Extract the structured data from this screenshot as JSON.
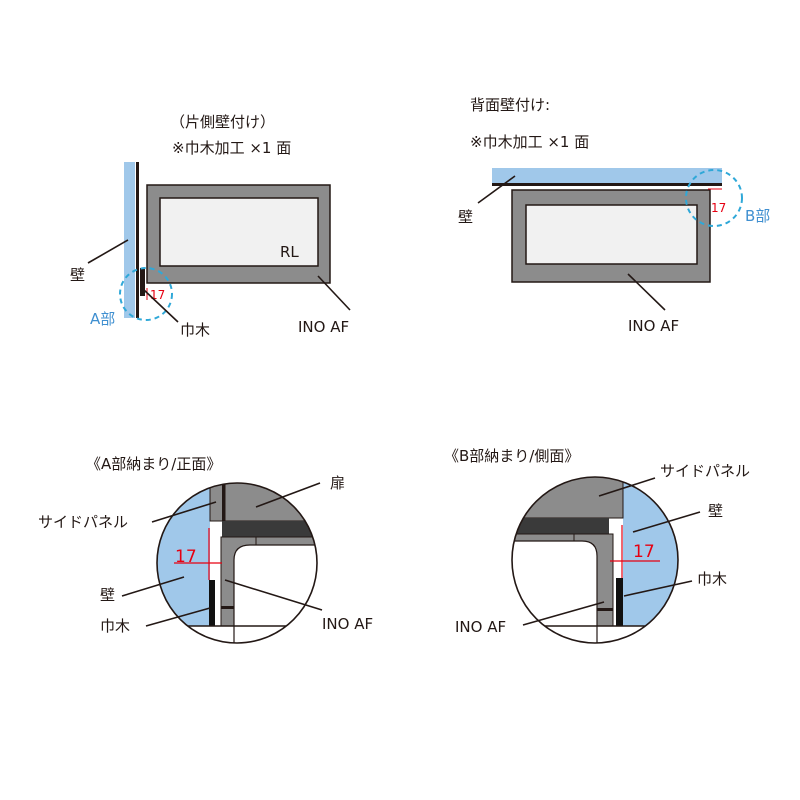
{
  "top_left": {
    "title_line1": "（片側壁付け）",
    "title_line2": "※巾木加工 ×1 面",
    "unit_label": "RL",
    "wall_label": "壁",
    "detail_label": "A部",
    "baseboard_label": "巾木",
    "product_label": "INO AF",
    "dimension": "17"
  },
  "top_right": {
    "title_line1": "背面壁付け:",
    "title_line2": "※巾木加工 ×1 面",
    "wall_label": "壁",
    "detail_label": "B部",
    "product_label": "INO AF",
    "dimension": "17"
  },
  "detail_a": {
    "title": "《A部納まり/正面》",
    "side_panel_label": "サイドパネル",
    "door_label": "扉",
    "wall_label": "壁",
    "baseboard_label": "巾木",
    "product_label": "INO AF",
    "dimension": "17"
  },
  "detail_b": {
    "title": "《B部納まり/側面》",
    "side_panel_label": "サイドパネル",
    "wall_label": "壁",
    "baseboard_label": "巾木",
    "product_label": "INO AF",
    "dimension": "17"
  },
  "colors": {
    "wall": "#a0c8ea",
    "frame": "#8c8c8c",
    "dark": "#3a3a3a",
    "dim": "#e60012",
    "dashed": "#2fa8d8",
    "inner": "#f1f1f1"
  }
}
